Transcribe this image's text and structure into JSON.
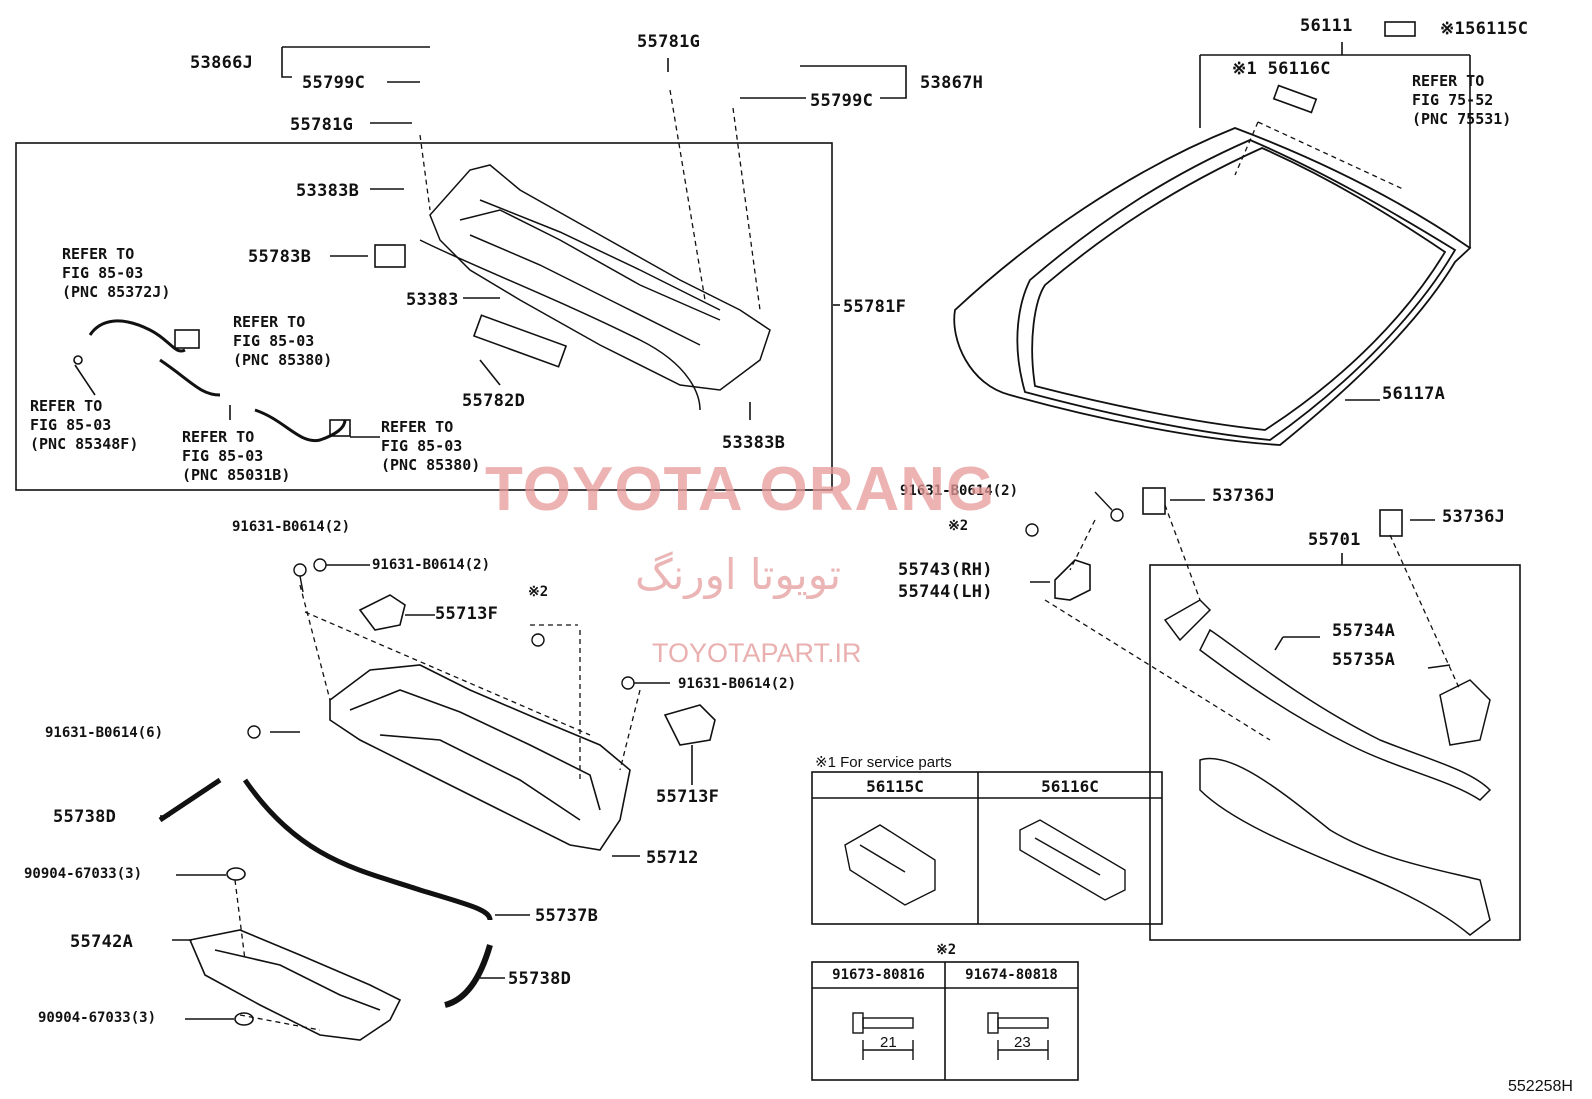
{
  "diagram_code": "552258H",
  "watermark": {
    "brand": "TOYOTA ORANG",
    "persian": "تویوتا اورنگ",
    "site": "TOYOTAPART.IR"
  },
  "parts": {
    "p53866J": "53866J",
    "p55799C_a": "55799C",
    "p55781G_a": "55781G",
    "p55781G_b": "55781G",
    "p55799C_b": "55799C",
    "p53867H": "53867H",
    "p53383B_a": "53383B",
    "p55783B": "55783B",
    "p53383": "53383",
    "p55782D": "55782D",
    "p53383B_b": "53383B",
    "p55781F": "55781F",
    "p56111": "56111",
    "p56115C": "※156115C",
    "p56116C": "※1 56116C",
    "p56117A": "56117A",
    "p53736J_a": "53736J",
    "p53736J_b": "53736J",
    "p91631_a": "91631-B0614(2)",
    "p91631_b": "91631-B0614(2)",
    "p91631_c": "91631-B0614(2)",
    "p91631_d": "91631-B0614(2)",
    "p91631_e": "91631-B0614(6)",
    "p_mark2_a": "※2",
    "p_mark2_b": "※2",
    "p55743": "55743(RH)",
    "p55744": "55744(LH)",
    "p55701": "55701",
    "p55734A": "55734A",
    "p55735A": "55735A",
    "p55713F_a": "55713F",
    "p55713F_b": "55713F",
    "p55712": "55712",
    "p55738D_a": "55738D",
    "p55738D_b": "55738D",
    "p90904_a": "90904-67033(3)",
    "p90904_b": "90904-67033(3)",
    "p55742A": "55742A",
    "p55737B": "55737B"
  },
  "refs": {
    "r1": "REFER TO\nFIG 85-03\n(PNC 85372J)",
    "r2": "REFER TO\nFIG 85-03\n(PNC 85380)",
    "r3": "REFER TO\nFIG 85-03\n(PNC 85348F)",
    "r4": "REFER TO\nFIG 85-03\n(PNC 85031B)",
    "r5": "REFER TO\nFIG 85-03\n(PNC 85380)",
    "r6": "REFER TO\nFIG 75-52\n(PNC 75531)"
  },
  "service_note": "※1 For service parts",
  "service_table": {
    "col1": "56115C",
    "col2": "56116C"
  },
  "bolt_table": {
    "mark": "※2",
    "col1": "91673-80816",
    "col2": "91674-80818",
    "len1": "21",
    "len2": "23"
  }
}
